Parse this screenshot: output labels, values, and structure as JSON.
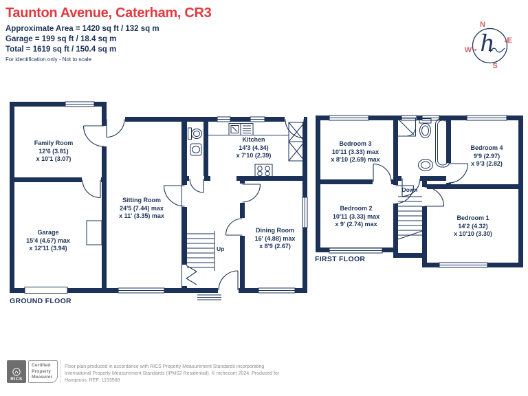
{
  "header": {
    "title": "Taunton Avenue, Caterham, CR3",
    "line1": "Approximate Area = 1420 sq ft / 132 sq m",
    "line2": "Garage = 199 sq ft / 18.4 sq m",
    "line3": "Total = 1619 sq ft / 150.4 sq m",
    "disclaimer": "For identification only - Not to scale"
  },
  "compass": {
    "n": "N",
    "e": "E",
    "s": "S",
    "w": "W",
    "logo": "h"
  },
  "floors": {
    "ground_label": "GROUND FLOOR",
    "first_label": "FIRST FLOOR"
  },
  "rooms": {
    "family_room": {
      "name": "Family Room",
      "dim1": "12'6 (3.81)",
      "dim2": "x 10'1 (3.07)"
    },
    "garage": {
      "name": "Garage",
      "dim1": "15'4 (4.67) max",
      "dim2": "x 12'11 (3.94)"
    },
    "sitting_room": {
      "name": "Sitting Room",
      "dim1": "24'5 (7.44) max",
      "dim2": "x 11' (3.35) max"
    },
    "kitchen": {
      "name": "Kitchen",
      "dim1": "14'3 (4.34)",
      "dim2": "x 7'10 (2.39)"
    },
    "dining_room": {
      "name": "Dining Room",
      "dim1": "16' (4.88) max",
      "dim2": "x 8'9 (2.67)"
    },
    "bedroom_3": {
      "name": "Bedroom 3",
      "dim1": "10'11 (3.33) max",
      "dim2": "x 8'10 (2.69) max"
    },
    "bedroom_4": {
      "name": "Bedroom 4",
      "dim1": "9'9 (2.97)",
      "dim2": "x 9'3 (2.82)"
    },
    "bedroom_2": {
      "name": "Bedroom 2",
      "dim1": "10'11 (3.33) max",
      "dim2": "x 9' (2.74) max"
    },
    "bedroom_1": {
      "name": "Bedroom 1",
      "dim1": "14'2 (4.32)",
      "dim2": "x 10'10 (3.30)"
    }
  },
  "stairs": {
    "up": "Up",
    "down": "Down"
  },
  "footer": {
    "rics": "RICS",
    "badge_line1": "Certified",
    "badge_line2": "Property",
    "badge_line3": "Measurer",
    "line1": "Floor plan produced in accordance with RICS Property Measurement Standards incorporating",
    "line2": "International Property Measurement Standards (IPMS2 Residential).  © nichecom 2024.   Produced for",
    "line3": "Hamptons.  REF: 1153568"
  },
  "colors": {
    "accent_red": "#e23a40",
    "wall_navy": "#1b3158",
    "footer_gray": "#8d8d8d"
  }
}
